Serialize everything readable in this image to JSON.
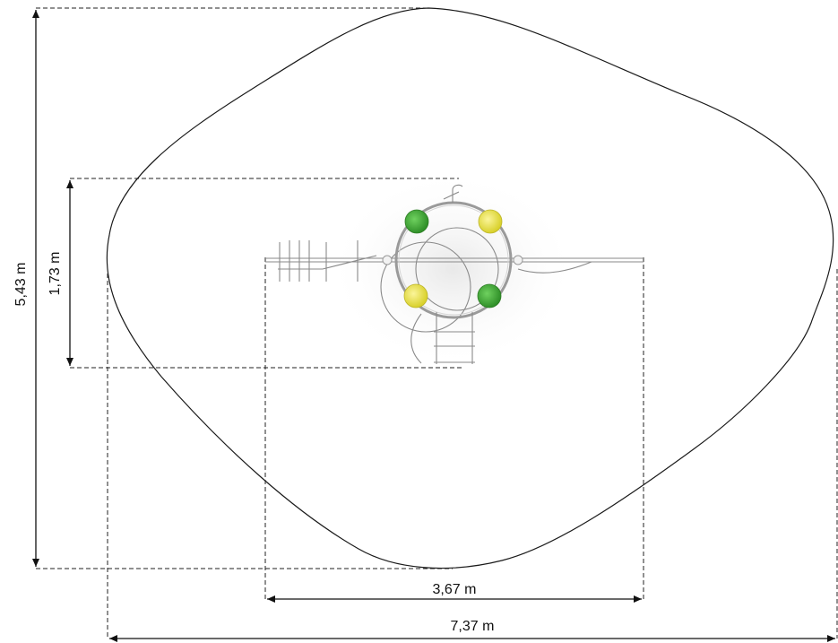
{
  "dimensions": {
    "overall_height": "5,43 m",
    "equipment_height": "1,73 m",
    "equipment_width": "3,67 m",
    "overall_width": "7,37 m"
  },
  "colors": {
    "outline": "#1a1a1a",
    "seat_green": "#3aa632",
    "seat_yellow": "#e8e43a",
    "metal": "#8a8a8a"
  },
  "equipment": {
    "seats": [
      {
        "name": "seat-top-left",
        "color": "green"
      },
      {
        "name": "seat-top-right",
        "color": "yellow"
      },
      {
        "name": "seat-bottom-left",
        "color": "yellow"
      },
      {
        "name": "seat-bottom-right",
        "color": "green"
      }
    ]
  }
}
